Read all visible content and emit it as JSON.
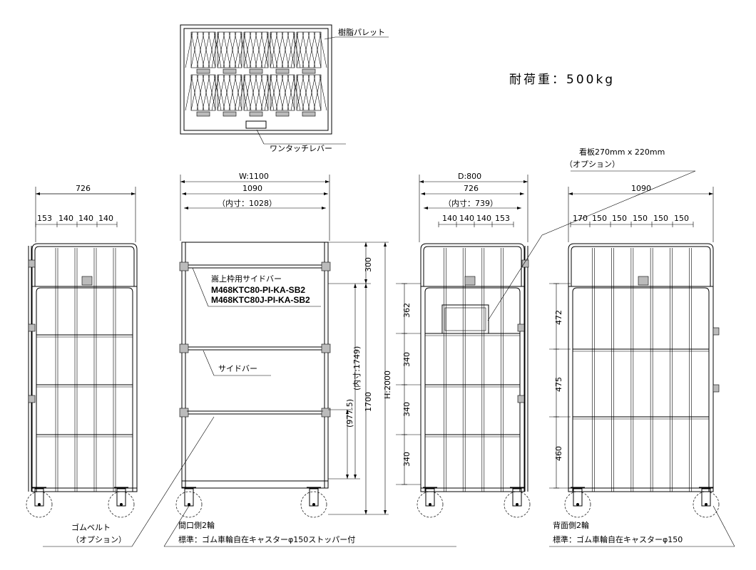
{
  "title_load": "耐荷重：500kg",
  "pallet": {
    "label": "樹脂パレット",
    "lever_label": "ワンタッチレバー"
  },
  "signboard": {
    "label": "看板270mm x 220mm",
    "option": "（オプション）"
  },
  "side_view_left": {
    "width": "726",
    "spacing": [
      "153",
      "140",
      "140",
      "140"
    ]
  },
  "front_view": {
    "width_outer": "W:1100",
    "width_1090": "1090",
    "inner_width": "（内寸：1028）",
    "bar_label": "嵩上枠用サイドバー",
    "bar_models": [
      "M468KTC80-PI-KA-SB2",
      "M468KTC80J-PI-KA-SB2"
    ],
    "side_bar_label": "サイドバー",
    "heights": {
      "top": "300",
      "h1700": "1700",
      "total": "H:2000",
      "inner": "(内寸:1749)",
      "lower": "(977.5)"
    }
  },
  "side_view_right": {
    "depth": "D:800",
    "width": "726",
    "inner": "（内寸：739）",
    "spacing": [
      "140",
      "140",
      "140",
      "153"
    ],
    "heights": [
      "362",
      "340",
      "340",
      "340"
    ]
  },
  "back_view": {
    "width": "1090",
    "spacing": [
      "170",
      "150",
      "150",
      "150",
      "150",
      "150"
    ],
    "heights": [
      "472",
      "475",
      "460"
    ]
  },
  "notes": {
    "belt": "ゴムベルト",
    "belt_option": "（オプション）",
    "front_wheels": "間口側2輪",
    "front_caster": "標準：ゴム車輪自在キャスターφ150ストッパー付",
    "back_wheels": "背面側2輪",
    "back_caster": "標準：ゴム車輪自在キャスターφ150"
  }
}
